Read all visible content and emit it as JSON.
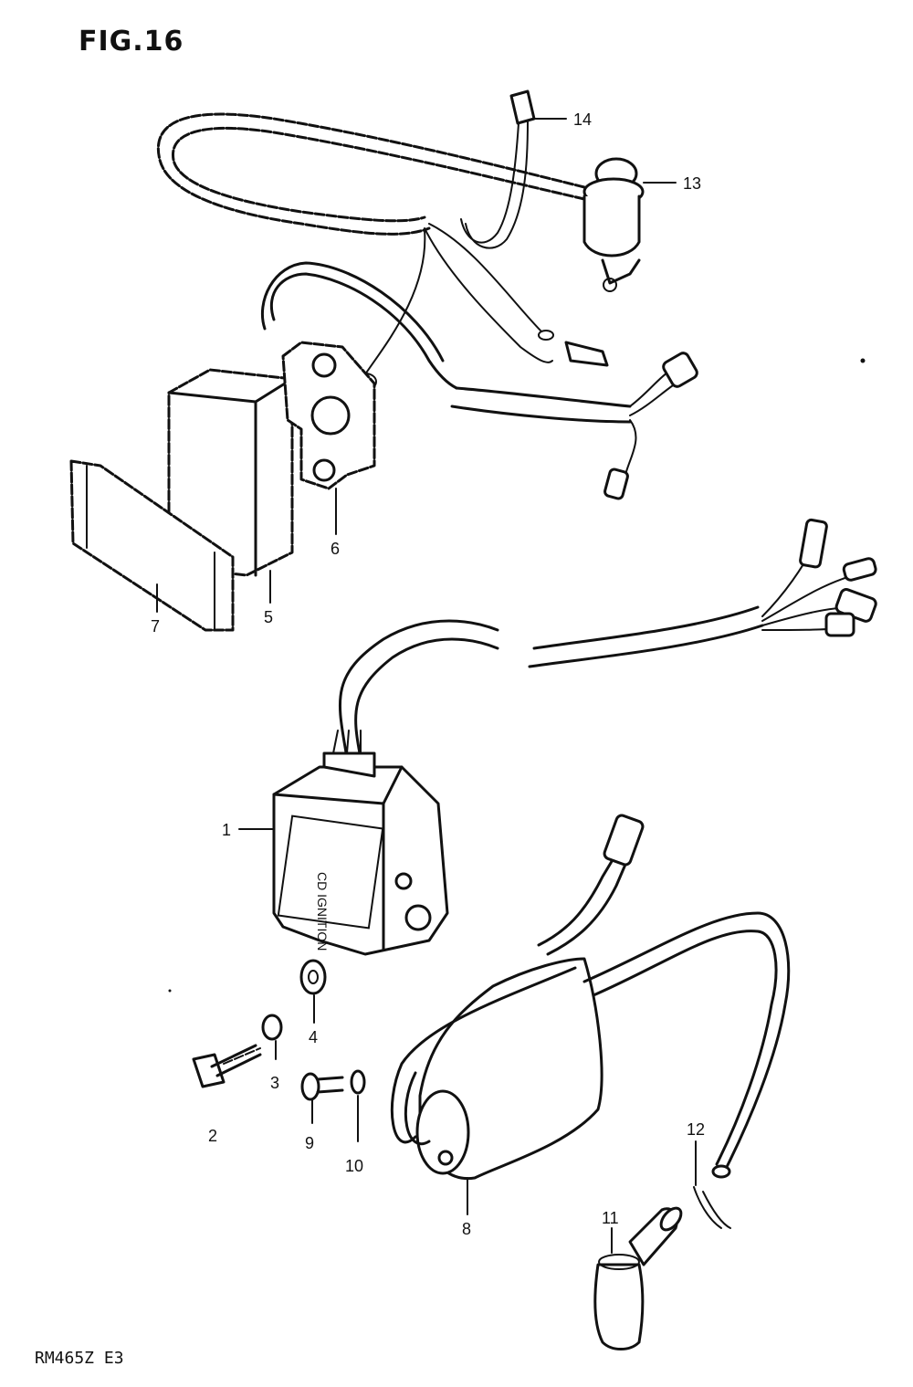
{
  "figure": {
    "title": "FIG.16",
    "model_code": "RM465Z  E3"
  },
  "callouts": {
    "c1": "1",
    "c2": "2",
    "c3": "3",
    "c4": "4",
    "c5": "5",
    "c6": "6",
    "c7": "7",
    "c8": "8",
    "c9": "9",
    "c10": "10",
    "c11": "11",
    "c12": "12",
    "c13": "13",
    "c14": "14"
  },
  "unit_label": {
    "line1": "CD IGNITION"
  }
}
